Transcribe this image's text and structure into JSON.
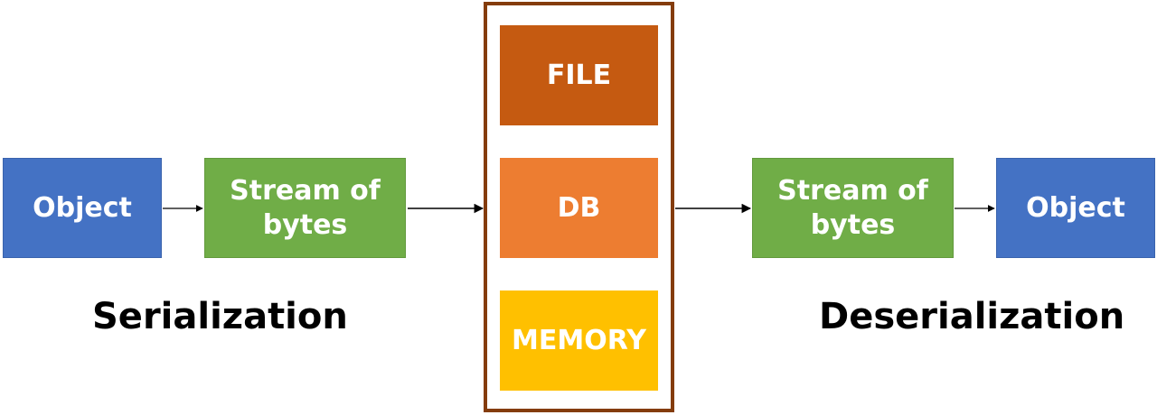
{
  "serialization": {
    "source_label": "Object",
    "stream_label": "Stream of\nbytes",
    "caption": "Serialization"
  },
  "storage": {
    "items": [
      {
        "label": "FILE",
        "color": "#c55a11"
      },
      {
        "label": "DB",
        "color": "#ed7d31"
      },
      {
        "label": "MEMORY",
        "color": "#ffc000"
      }
    ],
    "frame_color": "#843c0c"
  },
  "deserialization": {
    "stream_label": "Stream of\nbytes",
    "target_label": "Object",
    "caption": "Deserialization"
  },
  "colors": {
    "object": "#4472c4",
    "stream": "#70ad47"
  }
}
